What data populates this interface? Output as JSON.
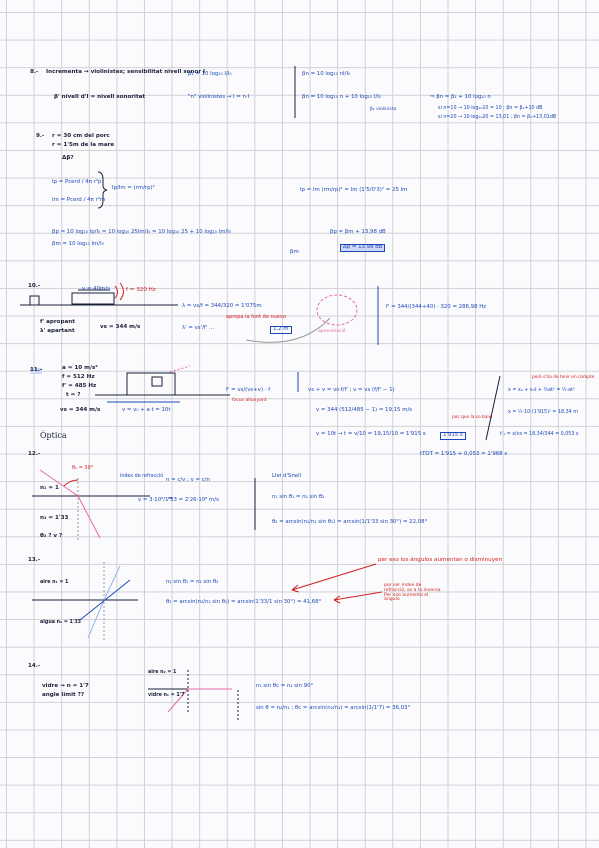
{
  "section_title": "Òptica",
  "p8": {
    "num": "8.-",
    "l1": "Incrementa → violinistes; sensibilitat nivell sonor I",
    "l2": "β' nivell d'I = nivell sonoritat",
    "f1": "β₁ = 10 log₁₀ I/I₀",
    "f2": "\"n\" violinistes → I = n·I",
    "f3": "βn = 10 log₁₀ nI/I₀",
    "f4": "βn = 10 log₁₀ n + 10 log₁₀ I/I₀",
    "f4b": "β₁ violinista",
    "r1": "⇒ βn = β₁ + 10 log₁₀ n",
    "r2": "si n=10 → 10·log₁₀10 = 10 ; βn = β₁+10 dB",
    "r3": "si n=20 → 10·log₁₀20 = 13,01 ; βn = β₁+13,01dB"
  },
  "p9": {
    "num": "9.-",
    "l1": "r = 30 cm del porc",
    "l2": "r = 1'5m de la mare",
    "l3": "Δβ?",
    "f1": "Ip = Pcerd / 4π r²p",
    "f2": "Im = Pcerd / 4π r²m",
    "f3": "Ip/Im = (rm/rp)²",
    "f4": "Ip = Im (rm/rp)² = Im (1'5/0'3)² = 25 Im",
    "f5": "βp = 10 log₁₀ Ip/I₀ = 10 log₁₀ 25Im/I₀ = 10 log₁₀ 25 + 10 log₁₀ Im/I₀",
    "f6": "βm = 10 log₁₀ Im/I₀",
    "f7": "βp = βm + 13,98 dB",
    "f8": "βm",
    "ans": "Δβ = 13,98 dB"
  },
  "p10": {
    "num": "10.-",
    "v": "v = 40m/s",
    "f": "f = 320 Hz",
    "l1": "f' apropant",
    "l2": "λ' apartant",
    "vs": "vs = 344 m/s",
    "f1": "λ = vs/f = 344/320 = 1'075m",
    "f2": "λ' = vs'/f' ...",
    "note": "apropa la font de nuevo",
    "ans1": "1,2 m",
    "ans2": "f' = 344/(344+40) · 320 = 286,98 Hz",
    "ann": "aproximació"
  },
  "p11": {
    "num": "11.-",
    "l1": "a = 10 m/s²",
    "l2": "f = 512 Hz",
    "l3": "f' = 485 Hz",
    "l4": "t = ?",
    "vs": "vs = 344 m/s",
    "eq0": "v = v₀ + a·t = 10t",
    "f1": "f' = vs/(vs+v) · f",
    "f1note": "focus allunyant",
    "f2": "vs + v = vs·f/f' ; v = vs (f/f' − 1)",
    "f3": "v = 344 (512/485 − 1) = 19,15 m/s",
    "f4": "v = 10t → t = v/10 = 19,15/10 = 1'915 s",
    "note": "poc que la so baixi",
    "f5": "x = x₀ + v₀t + ½at² = ½·at²",
    "f6": "x = ½·10·(1'915)² = 18,34 m",
    "f7": "t'₁ = x/vs = 18,34/344 = 0,053 s",
    "ans1": "1'915 s",
    "ans2": "tTOT = 1'915 + 0,053 = 1'968 s",
    "note2": "però s'ha de tenir en compte"
  },
  "p12": {
    "num": "12.-",
    "ang": "θ₁ = 30°",
    "n1": "n₁ = 1",
    "n2": "n₂ = 1'33",
    "q": "θ₂ ? v ?",
    "ft": "índex de refracció",
    "f1": "n = c/v ; v = c/n",
    "f2": "v = 3·10⁸/1'33 = 2'26·10⁸ m/s",
    "law": "Llei d'Snell",
    "f3": "n₁ sin θ₁ = n₂ sin θ₂",
    "f4": "θ₂ = arcsin(n₁/n₂ sin θ₁) = arcsin(1/1'33 sin 30°) = 22,08°"
  },
  "p13": {
    "num": "13.-",
    "m1": "aire n₁ = 1",
    "m2": "aigua n₂ = 1'33",
    "f1": "n₁ sin θ₁ = n₂ sin θ₂",
    "f2": "θ₂ = arcsin(n₂/n₁ sin θ₁) = arcsin(1'33/1 sin 30°) = 41,68°",
    "note1": "per eso los ángulos aumentan o disminuyen",
    "note2": "por ser índex de refracció, se a la inversa. Per eso aumenta el ángulo"
  },
  "p14": {
    "num": "14.-",
    "l1": "vidre → n = 1'7",
    "l2": "angle límit ??",
    "m1": "aire n₂ = 1",
    "m2": "vidre n₁ = 1'7",
    "f1": "n₁ sin θc = n₂ sin 90°",
    "f2": "sin θ = n₂/n₁ ; θc = arcsin(n₂/n₁) = arcsin(1/1'7) = 36,03°"
  }
}
